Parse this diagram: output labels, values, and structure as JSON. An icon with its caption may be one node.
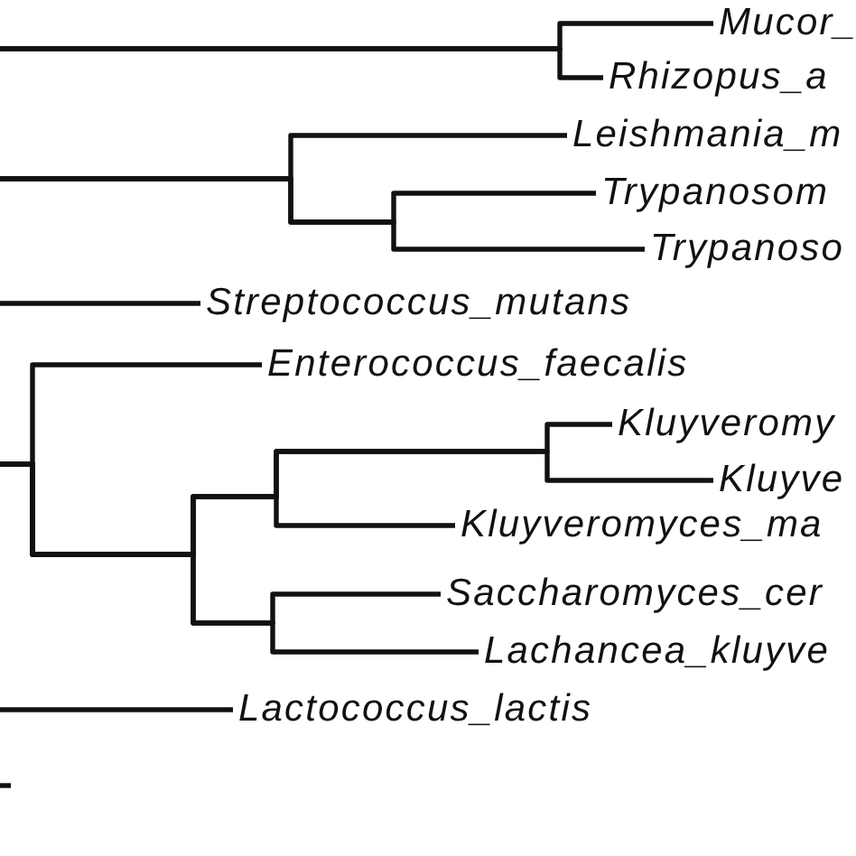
{
  "diagram": {
    "nodes": [
      {
        "text": [
          "Mucor_"
        ]
      },
      {
        "text": [
          "Rhizopus_a"
        ]
      },
      {
        "text": [
          "Leishmania_m"
        ]
      },
      {
        "text": [
          "Trypanosom"
        ]
      },
      {
        "text": [
          "Trypanoso"
        ]
      },
      {
        "text": [
          "Streptococcus_mutans"
        ]
      },
      {
        "text": [
          "Enterococcus_faecalis"
        ]
      },
      {
        "text": [
          "Kluyveromy"
        ]
      },
      {
        "text": [
          "Kluyve"
        ]
      },
      {
        "text": [
          "Kluyveromyces_ma"
        ]
      },
      {
        "text": [
          "Saccharomyces_cer"
        ]
      },
      {
        "text": [
          "Lachancea_kluyve"
        ]
      },
      {
        "text": [
          "Lactococcus_lactis"
        ]
      }
    ],
    "edges": [
      {
        "from": null,
        "to": 0,
        "arrow": "none"
      },
      {
        "from": null,
        "to": 1,
        "arrow": "none"
      },
      {
        "from": null,
        "to": 2,
        "arrow": "none"
      },
      {
        "from": null,
        "to": 3,
        "arrow": "none"
      },
      {
        "from": null,
        "to": 4,
        "arrow": "none"
      },
      {
        "from": null,
        "to": 5,
        "arrow": "none"
      },
      {
        "from": null,
        "to": 6,
        "arrow": "none"
      },
      {
        "from": null,
        "to": 7,
        "arrow": "none"
      },
      {
        "from": null,
        "to": 8,
        "arrow": "none"
      },
      {
        "from": null,
        "to": 9,
        "arrow": "none"
      },
      {
        "from": null,
        "to": 10,
        "arrow": "none"
      },
      {
        "from": null,
        "to": 11,
        "arrow": "none"
      },
      {
        "from": null,
        "to": 12,
        "arrow": "none"
      }
    ]
  }
}
